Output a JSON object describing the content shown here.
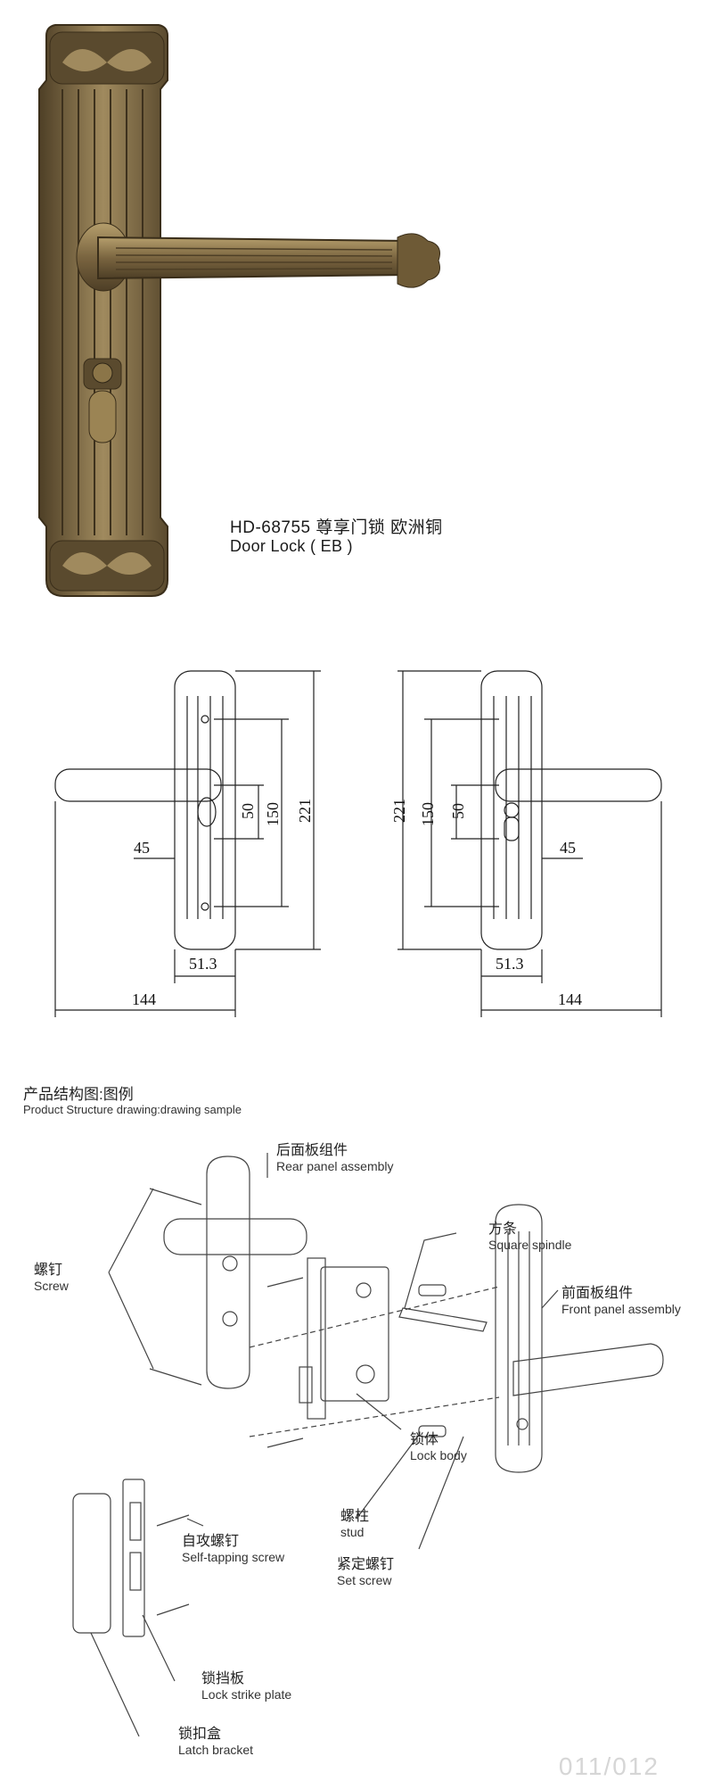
{
  "product": {
    "title": "HD-68755 尊享门锁  欧洲铜",
    "subtitle": "Door Lock ( EB )"
  },
  "dimensions": {
    "left": {
      "d221": "221",
      "d150": "150",
      "d50": "50",
      "d45": "45",
      "d513": "51.3",
      "d144": "144"
    },
    "right": {
      "d221": "221",
      "d150": "150",
      "d50": "50",
      "d45": "45",
      "d513": "51.3",
      "d144": "144"
    }
  },
  "structure": {
    "heading_cn": "产品结构图:图例",
    "heading_en": "Product Structure drawing:drawing sample",
    "labels": [
      {
        "cn": "后面板组件",
        "en": "Rear panel assembly"
      },
      {
        "cn": "方条",
        "en": "Square spindle"
      },
      {
        "cn": "螺钉",
        "en": "Screw"
      },
      {
        "cn": "前面板组件",
        "en": "Front panel assembly"
      },
      {
        "cn": "锁体",
        "en": "Lock body"
      },
      {
        "cn": "螺柱",
        "en": "stud"
      },
      {
        "cn": "紧定螺钉",
        "en": "Set screw"
      },
      {
        "cn": "自攻螺钉",
        "en": "Self-tapping screw"
      },
      {
        "cn": "锁挡板",
        "en": "Lock strike plate"
      },
      {
        "cn": "锁扣盒",
        "en": "Latch bracket"
      }
    ]
  },
  "colors": {
    "bronze": "#7a6540",
    "bronze_dark": "#4e3f26",
    "bronze_light": "#a08a5e"
  },
  "footer": {
    "code": "011/012"
  }
}
